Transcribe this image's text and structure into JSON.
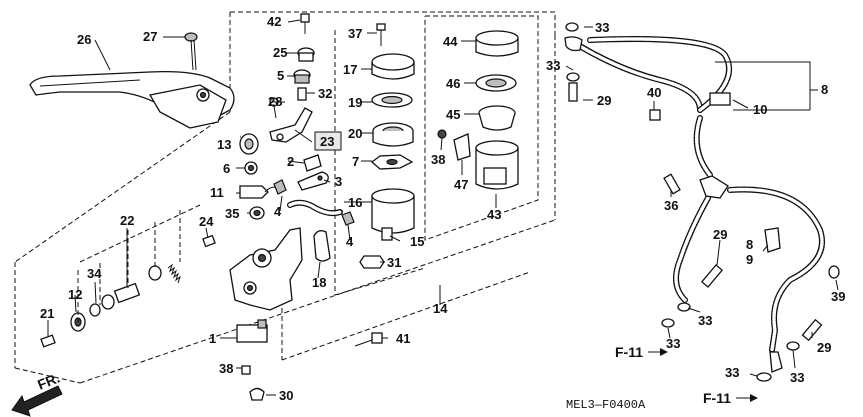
{
  "diagram_code": "MEL3—F0400A",
  "direction_label": "FR.",
  "ref_label": "F-11",
  "callouts": {
    "c1": "1",
    "c2": "2",
    "c3": "3",
    "c4": "4",
    "c4b": "4",
    "c5": "5",
    "c6": "6",
    "c7": "7",
    "c8": "8",
    "c8b": "8",
    "c9": "9",
    "c10": "10",
    "c11": "11",
    "c12": "12",
    "c13": "13",
    "c14": "14",
    "c15": "15",
    "c16": "16",
    "c17": "17",
    "c18": "18",
    "c19": "19",
    "c20": "20",
    "c21": "21",
    "c22": "22",
    "c23": "23",
    "c24": "24",
    "c25": "25",
    "c26": "26",
    "c27": "27",
    "c28": "28",
    "c29a": "29",
    "c29b": "29",
    "c29c": "29",
    "c30": "30",
    "c31": "31",
    "c32": "32",
    "c33a": "33",
    "c33b": "33",
    "c33c": "33",
    "c33d": "33",
    "c33e": "33",
    "c33f": "33",
    "c33g": "33",
    "c34": "34",
    "c35": "35",
    "c36": "36",
    "c37": "37",
    "c38a": "38",
    "c38b": "38",
    "c39": "39",
    "c40": "40",
    "c41": "41",
    "c42": "42",
    "c43": "43",
    "c44": "44",
    "c45": "45",
    "c46": "46",
    "c47": "47"
  }
}
